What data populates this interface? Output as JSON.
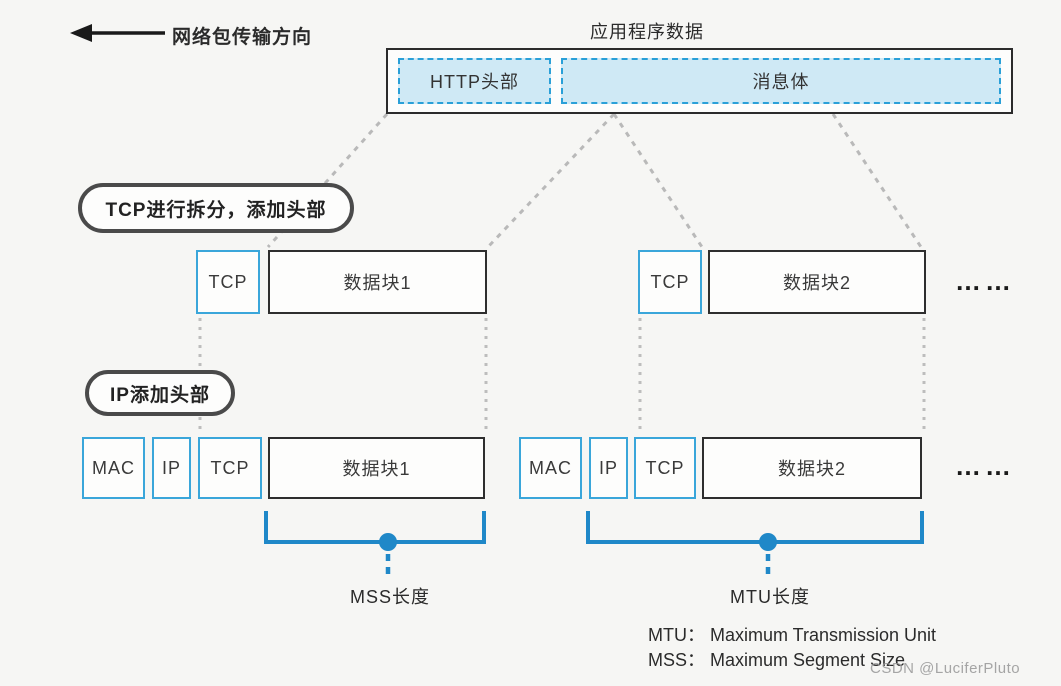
{
  "colors": {
    "accent_blue": "#2aa0d8",
    "fill_blue": "#cfe9f5",
    "bracket_blue": "#1f88c8",
    "gray_dash": "#b9b9b9",
    "border_dark": "#2e2e2e",
    "background": "#f6f6f4"
  },
  "direction": {
    "label": "网络包传输方向"
  },
  "app_data": {
    "title": "应用程序数据",
    "http_header": "HTTP头部",
    "message_body": "消息体"
  },
  "steps": {
    "tcp_split": "TCP进行拆分，添加头部",
    "ip_add": "IP添加头部"
  },
  "tcp_row": {
    "segments": [
      {
        "header": "TCP",
        "data": "数据块1"
      },
      {
        "header": "TCP",
        "data": "数据块2"
      }
    ],
    "ellipsis": "……"
  },
  "ip_row": {
    "packets": [
      {
        "headers": [
          "MAC",
          "IP",
          "TCP"
        ],
        "data": "数据块1"
      },
      {
        "headers": [
          "MAC",
          "IP",
          "TCP"
        ],
        "data": "数据块2"
      }
    ],
    "ellipsis": "……"
  },
  "measures": {
    "mss_label": "MSS长度",
    "mtu_label": "MTU长度"
  },
  "definitions": [
    {
      "abbr": "MTU：",
      "full": "Maximum Transmission Unit"
    },
    {
      "abbr": "MSS：",
      "full": "Maximum Segment Size"
    }
  ],
  "watermark": {
    "text": "CSDN @LuciferPluto"
  }
}
